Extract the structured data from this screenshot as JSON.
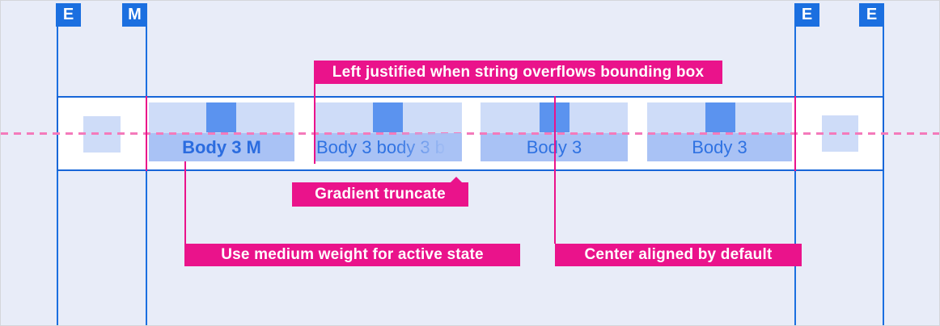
{
  "colors": {
    "background": "#E8ECF8",
    "guide_blue": "#1B6FE0",
    "bar_border_blue": "#1766D8",
    "bar_background": "#FFFFFF",
    "tab_icon_area": "#CEDCF8",
    "tab_label_area": "#A9C2F5",
    "indicator_blue": "#5B93EF",
    "tab_text_blue": "#2F72E2",
    "annotation_magenta": "#EA138B",
    "dashed_guide_pink": "#F47ABB"
  },
  "guide_markers": [
    {
      "label": "E"
    },
    {
      "label": "M"
    },
    {
      "label": "E"
    },
    {
      "label": "E"
    }
  ],
  "tab_bar": {
    "tabs": [
      {
        "label": "Body 3 M",
        "state": "active"
      },
      {
        "label": "Body 3 body 3 b",
        "state": "gradient-truncated"
      },
      {
        "label": "Body 3",
        "state": "default"
      },
      {
        "label": "Body 3",
        "state": "default"
      }
    ]
  },
  "annotations": {
    "overflow": "Left justified when string overflows bounding box",
    "gradient": "Gradient truncate",
    "active_weight": "Use medium weight for active state",
    "alignment": "Center aligned by default"
  }
}
